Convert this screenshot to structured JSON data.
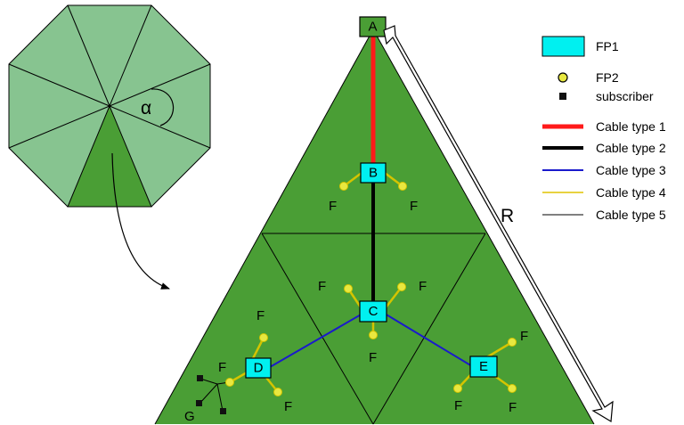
{
  "colors": {
    "dark_green": "#4a9e35",
    "light_green": "#87c490",
    "fp1": "#00f0f0",
    "fp2": "#e8e840",
    "fp2_line": "#d4c400",
    "cable1": "#ff1a1a",
    "cable2": "#000000",
    "cable3": "#1a1acc",
    "cable4": "#e0c400",
    "cable5": "#000000"
  },
  "octagon": {
    "angle_label": "α"
  },
  "nodes": {
    "a": "A",
    "b": "B",
    "c": "C",
    "d": "D",
    "e": "E"
  },
  "fp2_label": "F",
  "g_label": "G",
  "radius_label": "R",
  "legend": {
    "fp1": "FP1",
    "fp2": "FP2",
    "subscriber": "subscriber",
    "cable1": "Cable type 1",
    "cable2": "Cable type 2",
    "cable3": "Cable type 3",
    "cable4": "Cable type 4",
    "cable5": "Cable type 5"
  }
}
